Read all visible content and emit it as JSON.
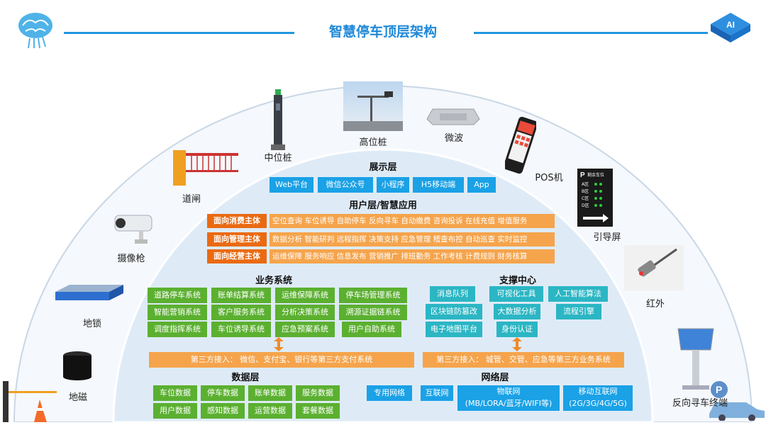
{
  "title": "智慧停车顶层架构",
  "devices": {
    "high_pole": "高位桩",
    "mid_pole": "中位桩",
    "microwave": "微波",
    "pos": "POS机",
    "barrier": "道闸",
    "guide_screen": "引导屏",
    "camera": "摄像枪",
    "infrared": "红外",
    "lock": "地锁",
    "magnet": "地磁",
    "reverse_terminal": "反向寻车终端"
  },
  "guide_screen_panel": {
    "header": "剩余车位",
    "rows": [
      "A区",
      "B区",
      "C区",
      "D区"
    ]
  },
  "display_layer": {
    "title": "展示层",
    "items": [
      "Web平台",
      "微信公众号",
      "小程序",
      "H5移动端",
      "App"
    ]
  },
  "user_layer": {
    "title": "用户层/智慧应用",
    "rows": [
      {
        "head": "面向消费主体",
        "body": "空位查询 车位诱导 自助停车 反向寻车 自动缴费 咨询投诉 在线充值 增值服务"
      },
      {
        "head": "面向管理主体",
        "body": "数据分析 智能研判 远程指挥 决策支持 应急管理 稽查布控 自动巡查 实时监控"
      },
      {
        "head": "面向经营主体",
        "body": "运维保障 服务响应 信息发布 营销推广 排班勤务 工作考核 计费规则 财务核算"
      }
    ]
  },
  "business": {
    "title": "业务系统",
    "items": [
      [
        "道路停车系统",
        "账单结算系统",
        "运维保障系统",
        "停车场管理系统"
      ],
      [
        "智能营销系统",
        "客户服务系统",
        "分析决策系统",
        "溯源证据链系统"
      ],
      [
        "调度指挥系统",
        "车位诱导系统",
        "应急预案系统",
        "用户自助系统"
      ]
    ]
  },
  "support": {
    "title": "支撑中心",
    "items": [
      [
        "消息队列",
        "可视化工具",
        "人工智能算法"
      ],
      [
        "区块链防篡改",
        "大数据分析",
        "流程引擎"
      ],
      [
        "电子地图平台",
        "身份认证"
      ]
    ]
  },
  "third_party_left": "第三方接入： 微信、支付宝、银行等第三方支付系统",
  "third_party_right": "第三方接入： 城管、交管、应急等第三方业务系统",
  "data_layer": {
    "title": "数据层",
    "items": [
      [
        "车位数据",
        "停车数据",
        "账单数据",
        "服务数据"
      ],
      [
        "用户数据",
        "感知数据",
        "运营数据",
        "套餐数据"
      ]
    ]
  },
  "network_layer": {
    "title": "网络层",
    "items": [
      "专用网络",
      "互联网"
    ],
    "iot": [
      "物联网",
      "(MB/LORA/蓝牙/WIFI等)"
    ],
    "mobile": [
      "移动互联网",
      "(2G/3G/4G/5G)"
    ]
  },
  "logo_text": "AI",
  "colors": {
    "accent_blue": "#1aa1e6",
    "orange": "#f08a2a",
    "green": "#5bb030",
    "teal": "#2bb6c4",
    "arc_fill": "#e8f1fa"
  }
}
